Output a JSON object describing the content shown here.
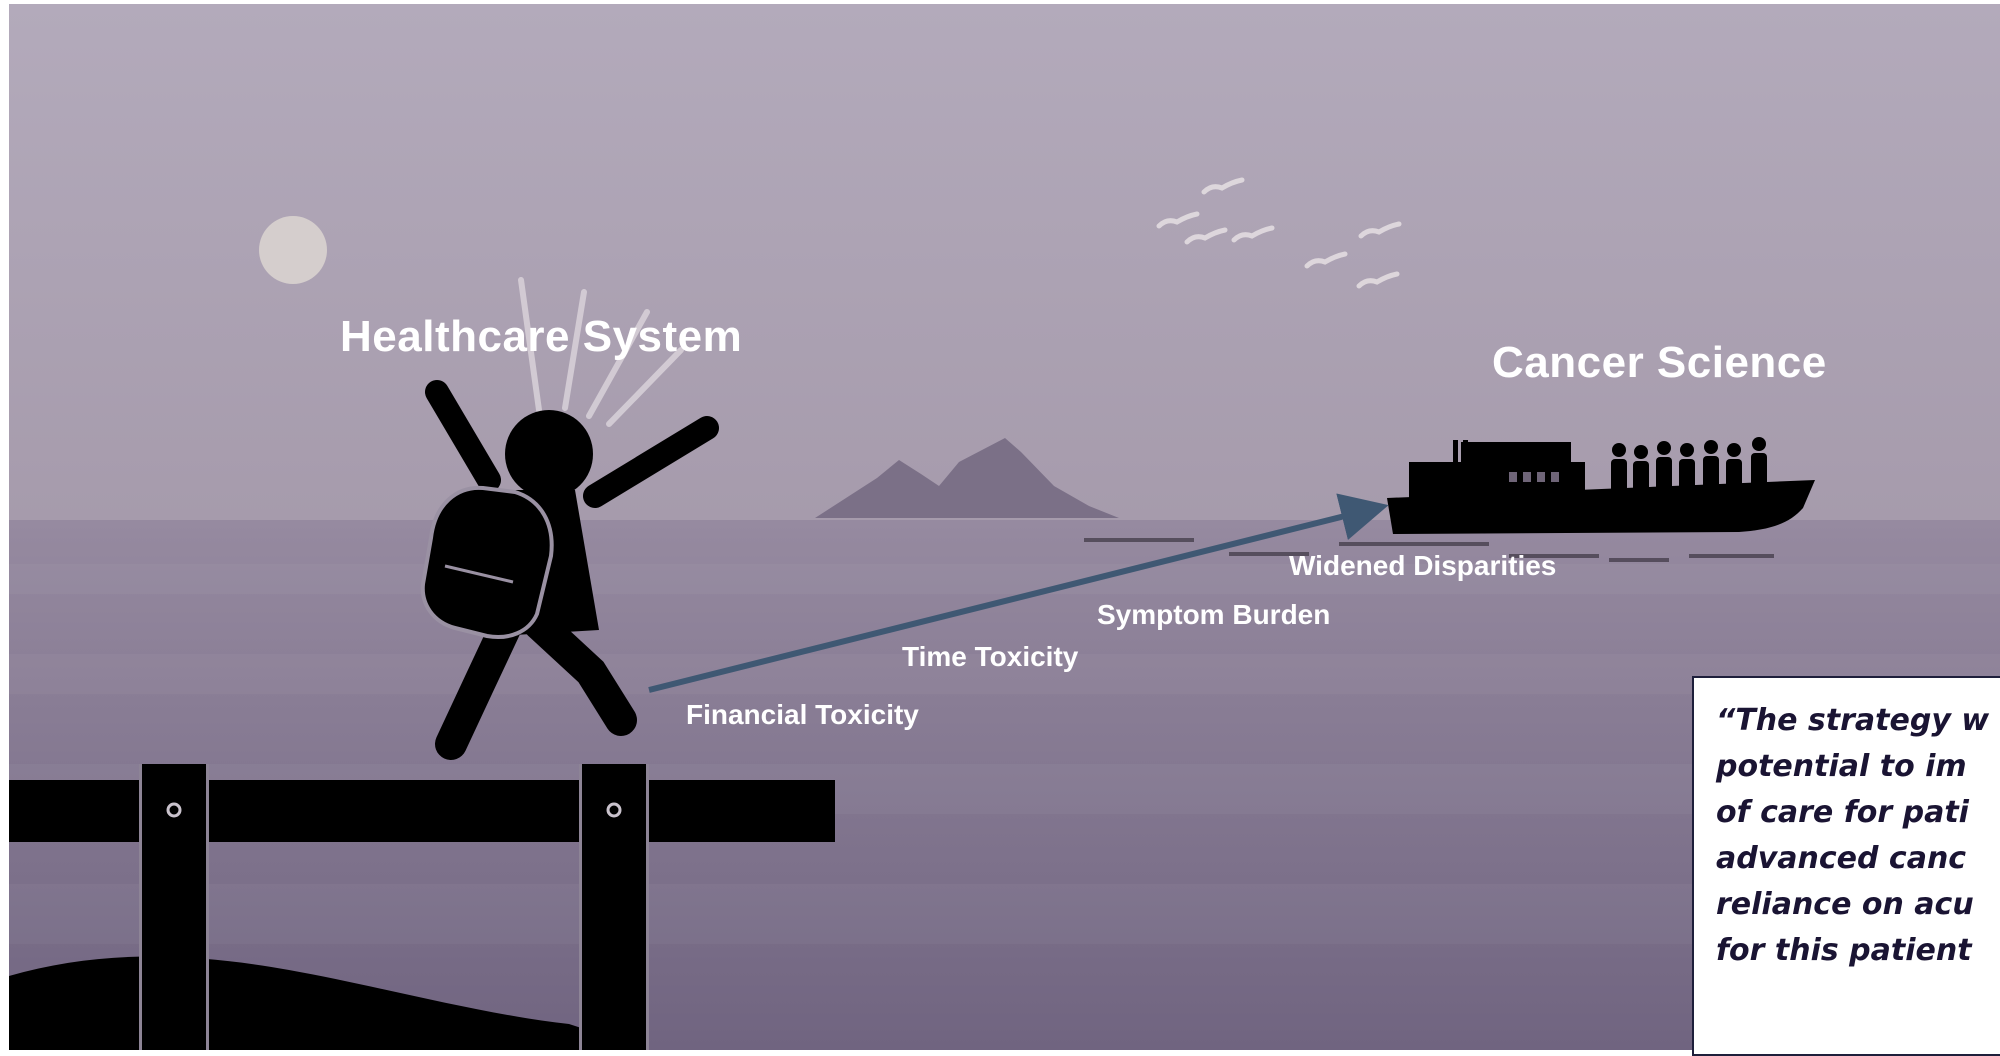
{
  "labels": {
    "healthcare": "Healthcare System",
    "science": "Cancer Science"
  },
  "burdens": [
    "Financial Toxicity",
    "Time Toxicity",
    "Symptom Burden",
    "Widened Disparities"
  ],
  "quote": "“The strategy w\npotential to im\nof care for pati\nadvanced canc\nreliance on acu\nfor this patient",
  "icons": {
    "person": "jumping-person-icon",
    "boat": "boat-icon",
    "moon": "moon-icon",
    "birds": "birds-icon",
    "island": "island-icon",
    "pier": "pier-icon",
    "arrow": "arrow-icon"
  },
  "colors": {
    "sky_top": "#b3aabb",
    "sky_horizon": "#a69bac",
    "sea_near_horizon": "#968aa0",
    "sea_bottom": "#706480",
    "silhouette": "#000000",
    "arrow": "#3f5873",
    "text": "#ffffff",
    "quote_text": "#1a1433",
    "quote_border": "#1e1f3b"
  }
}
